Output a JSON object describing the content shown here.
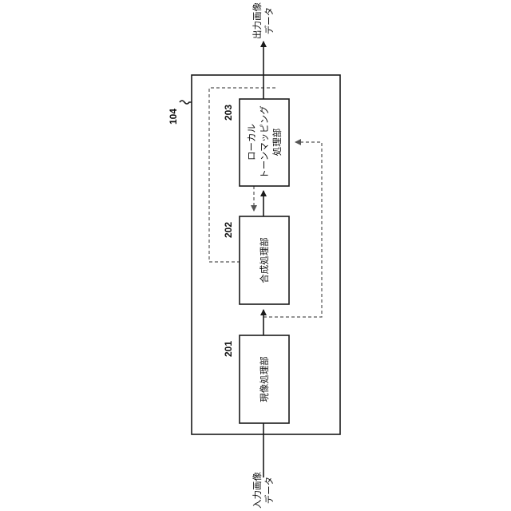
{
  "diagram": {
    "module_ref": "104",
    "input_label": [
      "入力画像",
      "データ"
    ],
    "output_label": [
      "出力画像",
      "データ"
    ],
    "blocks": [
      {
        "ref": "201",
        "label": [
          "現像処理部"
        ]
      },
      {
        "ref": "202",
        "label": [
          "合成処理部"
        ]
      },
      {
        "ref": "203",
        "label": [
          "ローカル",
          "トーンマッピング",
          "処理部"
        ]
      }
    ]
  }
}
